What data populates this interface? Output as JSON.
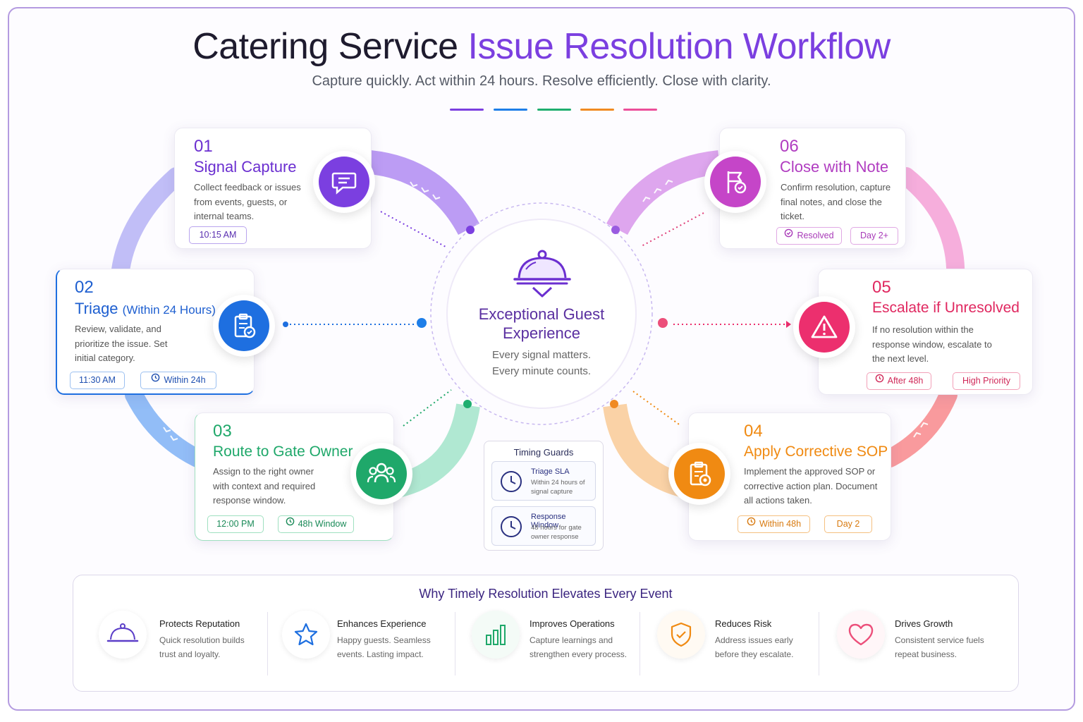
{
  "header": {
    "title_part1": "Catering Service ",
    "title_part2": "Issue Resolution Workflow",
    "subtitle": "Capture quickly. Act within 24 hours. Resolve efficiently. Close with clarity.",
    "dash_colors": [
      "#7b3fe0",
      "#1e7ee8",
      "#1fae6f",
      "#f08a22",
      "#ec4f9a"
    ]
  },
  "center": {
    "icon": "serving-cloche-icon",
    "title": "Exceptional Guest Experience",
    "line1": "Every signal matters.",
    "line2": "Every minute counts."
  },
  "steps": [
    {
      "num": "01",
      "title": "Signal Capture",
      "desc": "Collect feedback or issues from events, guests, or internal teams.",
      "icon": "chat-bubble-icon",
      "color": "#7b3fe0",
      "chips": [
        "10:15 AM"
      ]
    },
    {
      "num": "02",
      "title": "Triage",
      "title_suffix": "(Within 24 Hours)",
      "desc": "Review, validate, and prioritize the issue. Set initial category.",
      "icon": "clipboard-check-icon",
      "color": "#1e6fe0",
      "chips": [
        "11:30 AM",
        "Within 24h"
      ]
    },
    {
      "num": "03",
      "title": "Route to Gate Owner",
      "desc": "Assign to the right owner with context and required response window.",
      "icon": "team-icon",
      "color": "#1fa86a",
      "chips": [
        "12:00 PM",
        "48h Window"
      ]
    },
    {
      "num": "04",
      "title": "Apply Corrective SOP",
      "desc": "Implement the approved SOP or corrective action plan. Document all actions taken.",
      "icon": "clipboard-gear-icon",
      "color": "#f08a12",
      "chips": [
        "Within 48h",
        "Day 2"
      ]
    },
    {
      "num": "05",
      "title": "Escalate if Unresolved",
      "desc": "If no resolution within the response window, escalate to the next level.",
      "icon": "warning-triangle-icon",
      "color": "#ec2f6e",
      "chips": [
        "After 48h",
        "High Priority"
      ]
    },
    {
      "num": "06",
      "title": "Close with Note",
      "desc": "Confirm resolution, capture final notes, and close the ticket.",
      "icon": "flag-check-icon",
      "color": "#c545c8",
      "chips": [
        "Resolved",
        "Day 2+"
      ]
    }
  ],
  "timing": {
    "heading": "Timing Guards",
    "items": [
      {
        "title": "Triage SLA",
        "desc": "Within 24 hours of signal capture",
        "icon": "clock-icon"
      },
      {
        "title": "Response Window",
        "desc": "48 hours for gate owner response",
        "icon": "clock-icon"
      }
    ]
  },
  "benefits": {
    "heading": "Why Timely Resolution Elevates Every Event",
    "items": [
      {
        "title": "Protects Reputation",
        "desc": "Quick resolution builds trust and loyalty.",
        "icon": "cloche-icon",
        "color": "#5b3ec8"
      },
      {
        "title": "Enhances Experience",
        "desc": "Happy guests. Seamless events. Lasting impact.",
        "icon": "star-icon",
        "color": "#1e6fe0"
      },
      {
        "title": "Improves Operations",
        "desc": "Capture learnings and strengthen every process.",
        "icon": "bar-chart-icon",
        "color": "#1fa86a"
      },
      {
        "title": "Reduces Risk",
        "desc": "Address issues early before they escalate.",
        "icon": "shield-check-icon",
        "color": "#f08a12"
      },
      {
        "title": "Drives Growth",
        "desc": "Consistent service fuels repeat business.",
        "icon": "heart-icon",
        "color": "#ec4f7a"
      }
    ]
  }
}
